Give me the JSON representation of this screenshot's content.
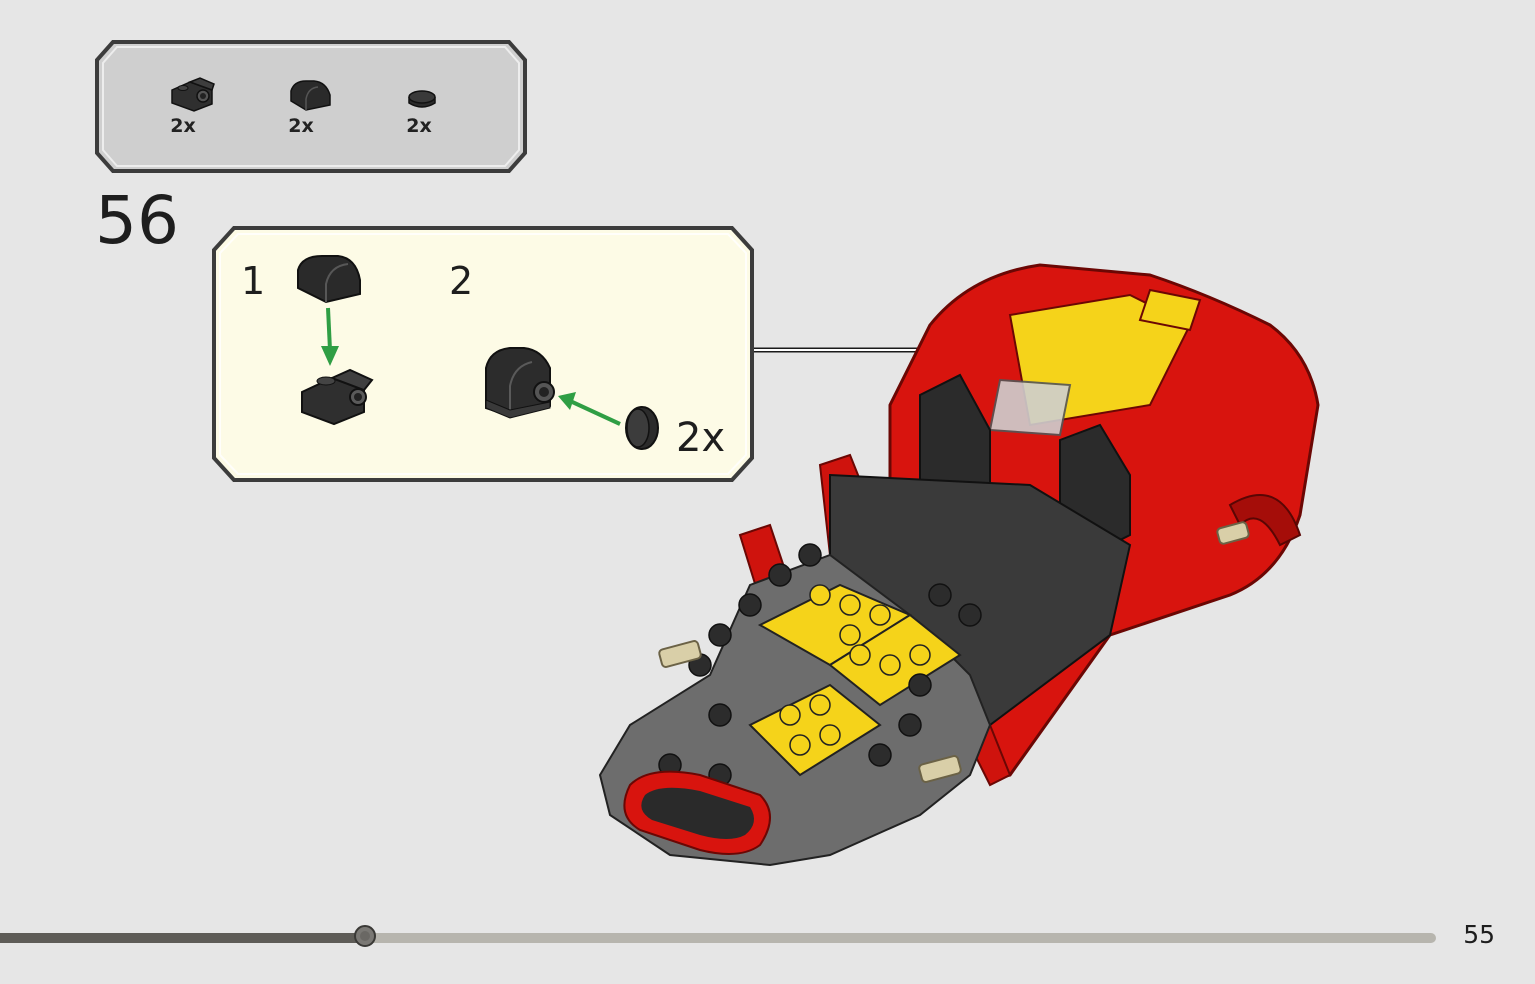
{
  "parts_list": {
    "items": [
      {
        "icon": "bracket-with-axle-hole-icon",
        "qty": "2x",
        "color": "#2b2b2b"
      },
      {
        "icon": "curved-slope-tile-icon",
        "qty": "2x",
        "color": "#2b2b2b"
      },
      {
        "icon": "round-tile-icon",
        "qty": "2x",
        "color": "#2b2b2b"
      }
    ]
  },
  "step": {
    "number": "56"
  },
  "substeps": {
    "first_label": "1",
    "second_label": "2",
    "multiplier": "2x",
    "arrow_color": "#2f9e44"
  },
  "model": {
    "body_color": "#d8140e",
    "accent_color": "#f5d31a",
    "chassis_color": "#6d6d6d"
  },
  "page": {
    "number": "55"
  },
  "progress": {
    "value": 0.254
  }
}
